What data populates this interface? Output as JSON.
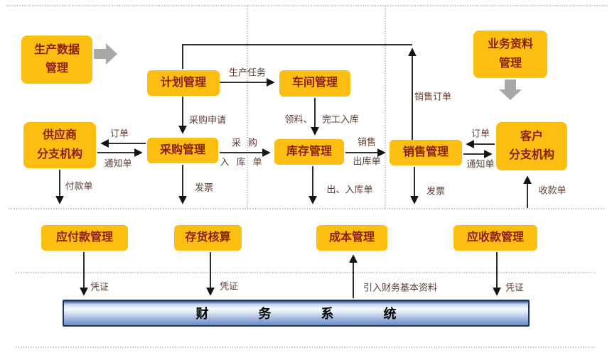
{
  "boxes": {
    "production_data": "生产数据\n管理",
    "business_data": "业务资料\n管理",
    "plan": "计划管理",
    "workshop": "车间管理",
    "supplier": "供应商\n分支机构",
    "purchase": "采购管理",
    "inventory": "库存管理",
    "sales": "销售管理",
    "customer": "客户\n分支机构",
    "accounts_payable": "应付款管理",
    "inventory_accounting": "存货核算",
    "cost": "成本管理",
    "accounts_receivable": "应收款管理",
    "finance_system": "财务系统"
  },
  "edge_labels": {
    "production_task": "生产任务",
    "purchase_request": "采购申请",
    "material_requisition": "领料、",
    "finished_goods_in": "完工入库",
    "purchase_in_order": "采购\n入库单",
    "sales_out_order": "销售\n出库单",
    "supplier_order": "订单",
    "supplier_notice": "通知单",
    "customer_order": "订单",
    "customer_notice": "通知单",
    "payment_slip": "付款单",
    "purchase_invoice": "发票",
    "in_out_orders": "出、入库单",
    "sales_invoice": "发票",
    "receipt_slip": "收款单",
    "sales_order": "销售订单",
    "voucher_ap": "凭证",
    "voucher_inventory": "凭证",
    "voucher_ar": "凭证",
    "import_finance_data": "引入财务基本资料"
  },
  "colors": {
    "box_fill": "#FCBE10",
    "box_text": "#8B1E10",
    "label_text": "#5C3E35",
    "line": "#141414",
    "dotted_line": "#8A8A8A",
    "gray_arrow": "#A8A8A8",
    "finance_bar_border": "#1C3661"
  }
}
